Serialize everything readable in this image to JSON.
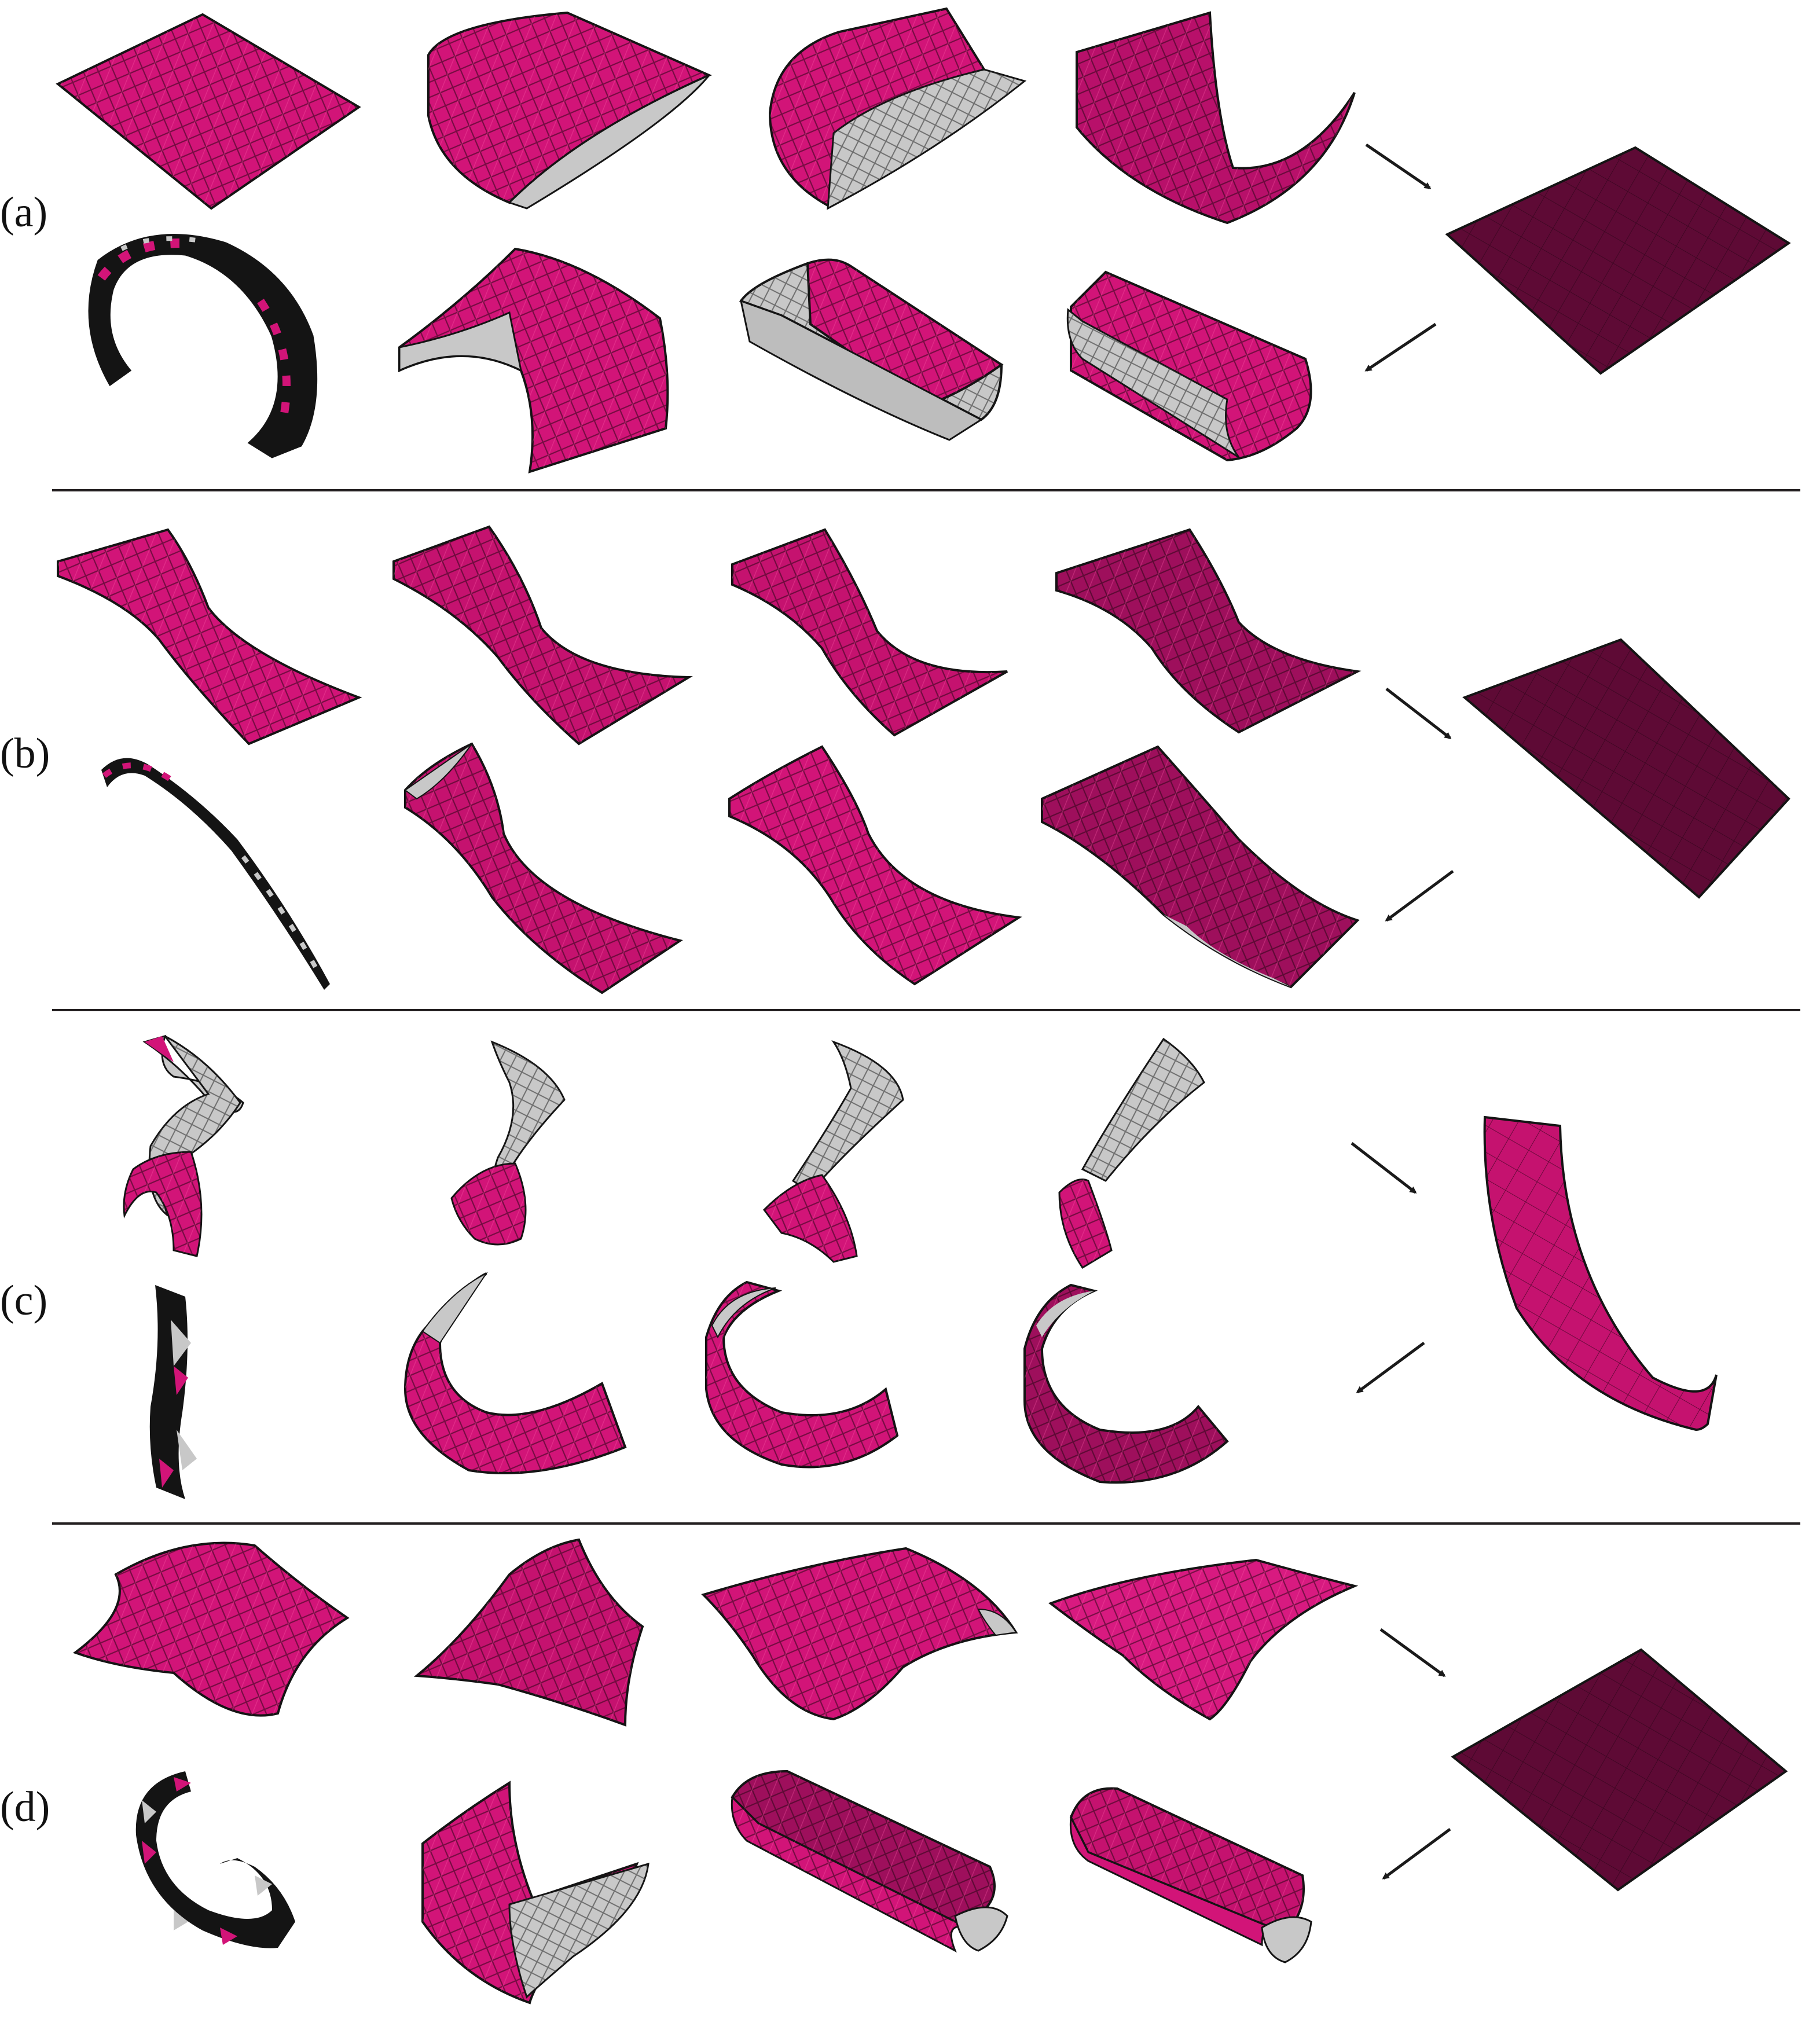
{
  "figure": {
    "panel_labels": [
      "(a)",
      "(b)",
      "(c)",
      "(d)"
    ]
  },
  "colors": {
    "magenta": "#d21478",
    "magenta_dark": "#8a0c4e",
    "flat_sheet": "#5e0a35",
    "underside_gray": "#c8c8c8",
    "edge_black": "#141414",
    "arrow": "#1a1a1a",
    "divider": "#231f20"
  },
  "panels": [
    {
      "id": "a",
      "top_row": [
        "flat-sheet",
        "curling-sheet",
        "curling-sheet-underside",
        "curved-sheet"
      ],
      "bottom_row": [
        "ring-edge-view",
        "arched-sheet",
        "rolled-tube",
        "rolled-tube"
      ],
      "final_state": "flat-sheet",
      "arrows": [
        "down-right-arrow",
        "down-left-arrow"
      ]
    },
    {
      "id": "b",
      "top_row": [
        "s-curve-sheet",
        "s-curve-sheet",
        "s-curve-sheet",
        "s-curve-sheet"
      ],
      "bottom_row": [
        "s-curve-edge-view",
        "s-curve-sheet",
        "s-curve-sheet",
        "s-curve-sheet"
      ],
      "final_state": "flat-sheet",
      "arrows": [
        "down-right-arrow",
        "down-left-arrow"
      ]
    },
    {
      "id": "c",
      "top_row": [
        "twisted-strip",
        "twisted-strip",
        "twisted-strip",
        "twisted-strip"
      ],
      "bottom_row": [
        "strip-edge-view",
        "hook-strip",
        "hook-strip",
        "hook-strip"
      ],
      "final_state": "curved-strip",
      "arrows": [
        "down-right-arrow",
        "down-left-arrow"
      ]
    },
    {
      "id": "d",
      "top_row": [
        "saddle-sheet",
        "saddle-sheet",
        "dome-sheet",
        "dome-sheet"
      ],
      "bottom_row": [
        "c-ring-edge-view",
        "rolled-sheet",
        "rolled-tube",
        "rolled-tube"
      ],
      "final_state": "flat-sheet",
      "arrows": [
        "down-right-arrow",
        "down-left-arrow"
      ]
    }
  ]
}
